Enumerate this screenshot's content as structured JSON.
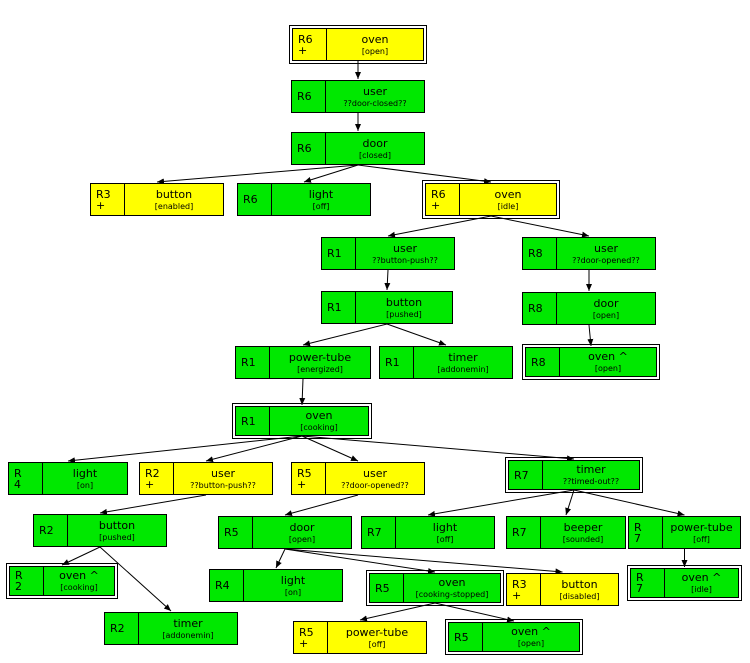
{
  "nodes": [
    {
      "id": "n1",
      "rule": "R6\n+",
      "name": "oven",
      "state": "[open]"
    },
    {
      "id": "n2",
      "rule": "R6",
      "name": "user",
      "state": "??door-closed??"
    },
    {
      "id": "n3",
      "rule": "R6",
      "name": "door",
      "state": "[closed]"
    },
    {
      "id": "n4",
      "rule": "R3\n+",
      "name": "button",
      "state": "[enabled]"
    },
    {
      "id": "n5",
      "rule": "R6",
      "name": "light",
      "state": "[off]"
    },
    {
      "id": "n6",
      "rule": "R6\n+",
      "name": "oven",
      "state": "[idle]"
    },
    {
      "id": "n7",
      "rule": "R1",
      "name": "user",
      "state": "??button-push??"
    },
    {
      "id": "n8",
      "rule": "R8",
      "name": "user",
      "state": "??door-opened??"
    },
    {
      "id": "n9",
      "rule": "R1",
      "name": "button",
      "state": "[pushed]"
    },
    {
      "id": "n10",
      "rule": "R8",
      "name": "door",
      "state": "[open]"
    },
    {
      "id": "n11",
      "rule": "R1",
      "name": "power-tube",
      "state": "[energized]"
    },
    {
      "id": "n12",
      "rule": "R1",
      "name": "timer",
      "state": "[addonemin]"
    },
    {
      "id": "n13",
      "rule": "R8",
      "name": "oven ^",
      "state": "[open]"
    },
    {
      "id": "n14",
      "rule": "R1",
      "name": "oven",
      "state": "[cooking]"
    },
    {
      "id": "n15",
      "rule": "R\n4",
      "name": "light",
      "state": "[on]"
    },
    {
      "id": "n16",
      "rule": "R2\n+",
      "name": "user",
      "state": "??button-push??"
    },
    {
      "id": "n17",
      "rule": "R5\n+",
      "name": "user",
      "state": "??door-opened??"
    },
    {
      "id": "n18",
      "rule": "R7",
      "name": "timer",
      "state": "??timed-out??"
    },
    {
      "id": "n19",
      "rule": "R2",
      "name": "button",
      "state": "[pushed]"
    },
    {
      "id": "n20",
      "rule": "R5",
      "name": "door",
      "state": "[open]"
    },
    {
      "id": "n21",
      "rule": "R7",
      "name": "light",
      "state": "[off]"
    },
    {
      "id": "n22",
      "rule": "R7",
      "name": "beeper",
      "state": "[sounded]"
    },
    {
      "id": "n23",
      "rule": "R\n7",
      "name": "power-tube",
      "state": "[off]"
    },
    {
      "id": "n24",
      "rule": "R\n2",
      "name": "oven ^",
      "state": "[cooking]"
    },
    {
      "id": "n25",
      "rule": "R4",
      "name": "light",
      "state": "[on]"
    },
    {
      "id": "n26",
      "rule": "R5",
      "name": "oven",
      "state": "[cooking-stopped]"
    },
    {
      "id": "n27",
      "rule": "R3\n+",
      "name": "button",
      "state": "[disabled]"
    },
    {
      "id": "n28",
      "rule": "R\n7",
      "name": "oven ^",
      "state": "[idle]"
    },
    {
      "id": "n29",
      "rule": "R2",
      "name": "timer",
      "state": "[addonemin]"
    },
    {
      "id": "n30",
      "rule": "R5\n+",
      "name": "power-tube",
      "state": "[off]"
    },
    {
      "id": "n31",
      "rule": "R5",
      "name": "oven ^",
      "state": "[open]"
    }
  ],
  "edges": [
    [
      "n1",
      "n2"
    ],
    [
      "n2",
      "n3"
    ],
    [
      "n3",
      "n4"
    ],
    [
      "n3",
      "n5"
    ],
    [
      "n3",
      "n6"
    ],
    [
      "n6",
      "n7"
    ],
    [
      "n6",
      "n8"
    ],
    [
      "n7",
      "n9"
    ],
    [
      "n8",
      "n10"
    ],
    [
      "n10",
      "n13"
    ],
    [
      "n9",
      "n11"
    ],
    [
      "n9",
      "n12"
    ],
    [
      "n11",
      "n14"
    ],
    [
      "n14",
      "n15"
    ],
    [
      "n14",
      "n16"
    ],
    [
      "n14",
      "n17"
    ],
    [
      "n14",
      "n18"
    ],
    [
      "n16",
      "n19"
    ],
    [
      "n19",
      "n24"
    ],
    [
      "n19",
      "n29"
    ],
    [
      "n17",
      "n20"
    ],
    [
      "n20",
      "n25"
    ],
    [
      "n20",
      "n26"
    ],
    [
      "n20",
      "n27"
    ],
    [
      "n26",
      "n30"
    ],
    [
      "n26",
      "n31"
    ],
    [
      "n18",
      "n21"
    ],
    [
      "n18",
      "n22"
    ],
    [
      "n18",
      "n23"
    ],
    [
      "n23",
      "n28"
    ]
  ],
  "colors": {
    "green": "#00e800",
    "yellow": "#ffff00",
    "stroke": "#000000"
  }
}
